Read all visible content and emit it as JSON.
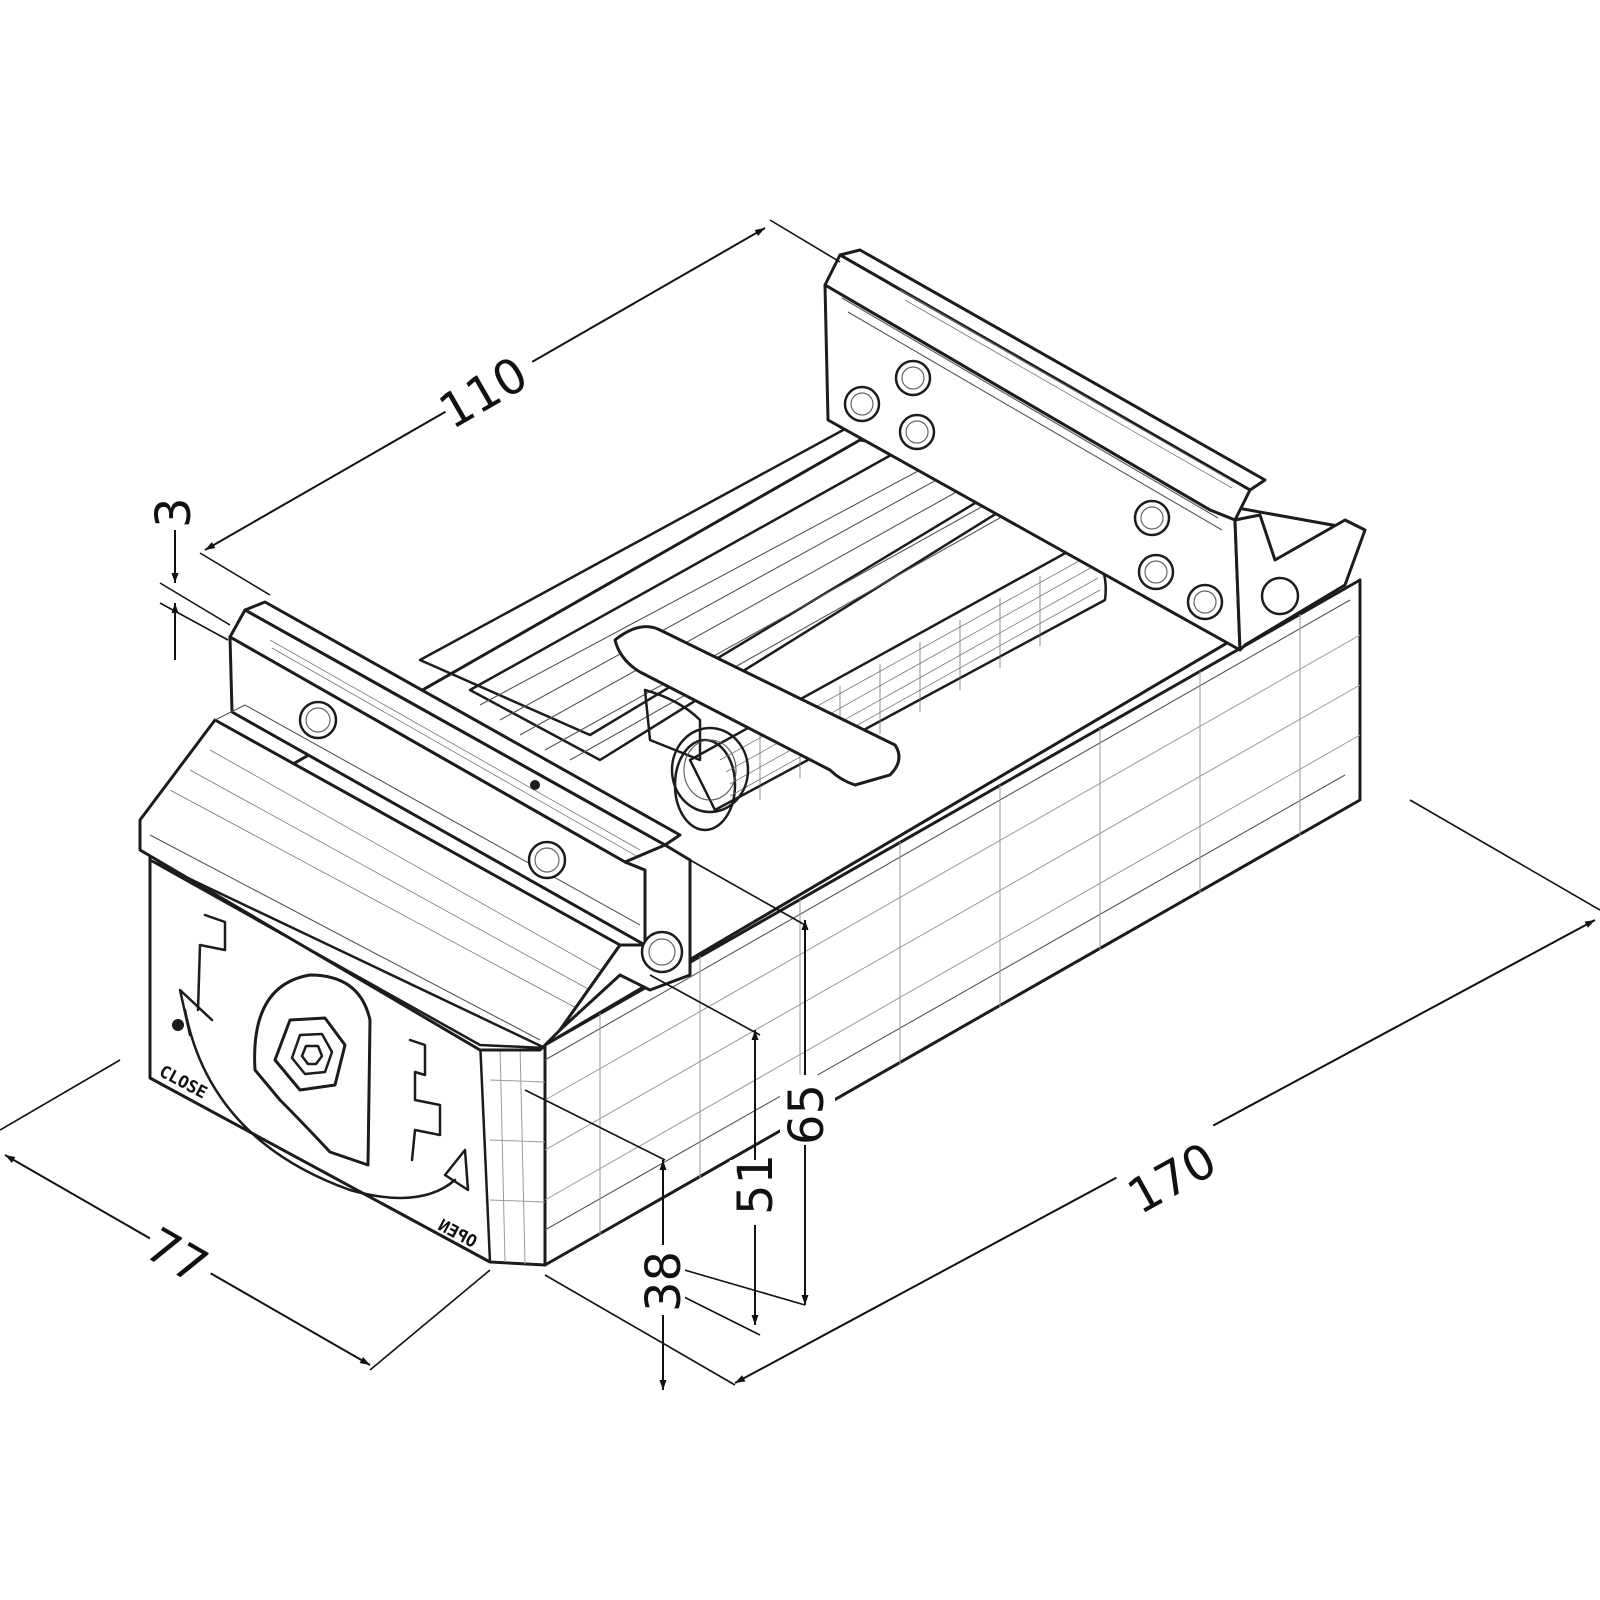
{
  "drawing": {
    "subject": "machine-vise",
    "line_color": "#1c1c1c",
    "background": "#ffffff",
    "dimensions": [
      {
        "id": "width",
        "value": "110"
      },
      {
        "id": "jaw-offset",
        "value": "3"
      },
      {
        "id": "length",
        "value": "170"
      },
      {
        "id": "depth",
        "value": "77"
      },
      {
        "id": "overall-height",
        "value": "65"
      },
      {
        "id": "body-height",
        "value": "51"
      },
      {
        "id": "base-height",
        "value": "38"
      }
    ],
    "labels": {
      "close": "CLOSE",
      "open": "OPEN"
    }
  }
}
